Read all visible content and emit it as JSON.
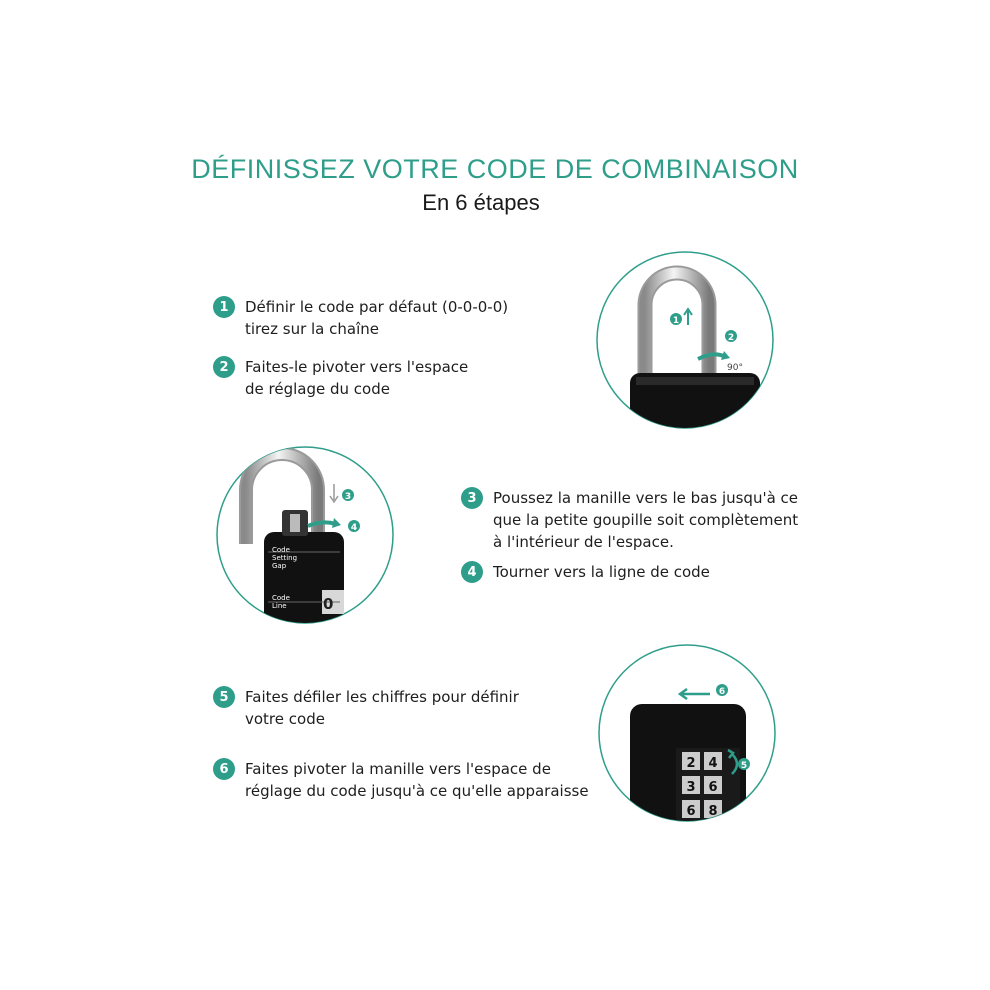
{
  "header": {
    "title": "DÉFINISSEZ VOTRE CODE DE COMBINAISON",
    "subtitle": "En 6 étapes"
  },
  "accent_color": "#2e9e8a",
  "steps": [
    {
      "num": "1",
      "lines": [
        "Définir le code par défaut (0-0-0-0)",
        "tirez sur la chaîne"
      ]
    },
    {
      "num": "2",
      "lines": [
        "Faites-le pivoter vers l'espace",
        "de réglage du code"
      ]
    },
    {
      "num": "3",
      "lines": [
        "Poussez la manille vers le bas jusqu'à ce",
        "que la petite goupille soit complètement",
        "à l'intérieur de l'espace."
      ]
    },
    {
      "num": "4",
      "lines": [
        "Tourner vers la ligne de code"
      ]
    },
    {
      "num": "5",
      "lines": [
        "Faites défiler les chiffres pour définir",
        "votre code"
      ]
    },
    {
      "num": "6",
      "lines": [
        "Faites pivoter la manille vers l'espace de",
        "réglage du code jusqu'à ce qu'elle apparaisse"
      ]
    }
  ],
  "illustrations": {
    "circle1": {
      "marker1": "1",
      "marker2": "2",
      "angle_label": "90°",
      "icon": "padlock-shackle-rotate"
    },
    "circle2": {
      "marker3": "3",
      "marker4": "4",
      "label_gap": [
        "Code",
        "Setting",
        "Gap"
      ],
      "label_line": [
        "Code",
        "Line"
      ],
      "dial_digit": "0",
      "icon": "padlock-code-gap"
    },
    "circle3": {
      "marker6": "6",
      "marker5": "5",
      "dial_digits": [
        "2",
        "3",
        "6",
        "4",
        "6",
        "8"
      ],
      "icon": "padlock-dials"
    }
  }
}
